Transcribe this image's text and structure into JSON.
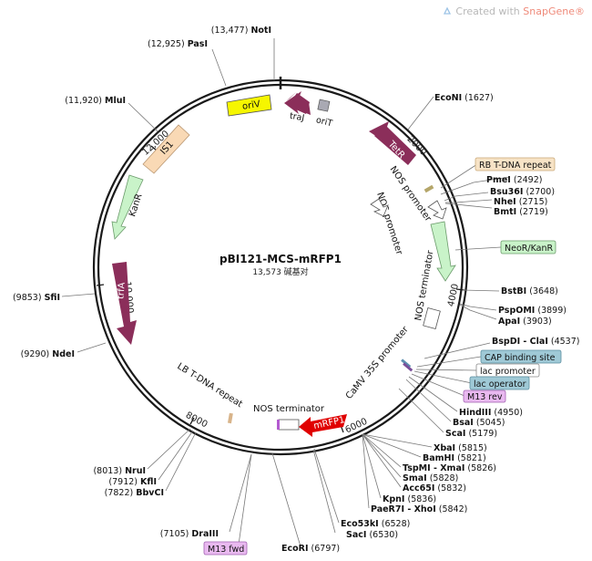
{
  "watermark": {
    "prefix": "Created with",
    "brand": "SnapGene®"
  },
  "plasmid": {
    "name": "pBI121-MCS-mRFP1",
    "length_text": "13,573 碱基对",
    "length_bp": 13573
  },
  "ticks": [
    "2000",
    "4000",
    "6000",
    "8000",
    "10,000",
    "12,000"
  ],
  "colors": {
    "backbone": "#1a1a1a",
    "cds_purple": "#8b2e5a",
    "orit_grey": "#a9a9b3",
    "oriv_yellow": "#f6f600",
    "neo_green": "#c9f3c9",
    "is1_peach": "#f9d9b5",
    "mrfp1_red": "#e00000",
    "rb_repeat": "#f7e3c6",
    "cap_site": "#9fc9d6",
    "lac_operator": "#9fc9d6",
    "primer_purple": "#e9b9f0"
  },
  "features": {
    "oriV": "oriV",
    "traJ": "traJ",
    "oriT": "oriT",
    "tetR": "TetR",
    "is1": "IS1",
    "kanR": "KanR",
    "trfA": "trfA",
    "nos_promoter_1": "NOS promoter",
    "nos_promoter_2": "NOS promoter",
    "nos_terminator_1": "NOS terminator",
    "nos_terminator_2": "NOS terminator",
    "camv35s": "CaMV 35S promoter",
    "mrfp1": "mRFP1",
    "lb_repeat": "LB T-DNA repeat"
  },
  "boxed_labels": {
    "rb_repeat": "RB T-DNA repeat",
    "neo_kan": "NeoR/KanR",
    "cap_site": "CAP binding site",
    "lac_promoter": "lac promoter",
    "lac_operator": "lac operator",
    "m13_rev": "M13 rev",
    "m13_fwd": "M13 fwd"
  },
  "sites": {
    "noti": {
      "pos": "(13,477)",
      "name": "NotI"
    },
    "pasi": {
      "pos": "(12,925)",
      "name": "PasI"
    },
    "mlui": {
      "pos": "(11,920)",
      "name": "MluI"
    },
    "sfii": {
      "pos": "(9853)",
      "name": "SfiI"
    },
    "ndei": {
      "pos": "(9290)",
      "name": "NdeI"
    },
    "econi": {
      "name": "EcoNI",
      "pos": "(1627)"
    },
    "pmei": {
      "name": "PmeI",
      "pos": "(2492)"
    },
    "bsu36i": {
      "name": "Bsu36I",
      "pos": "(2700)"
    },
    "nhei": {
      "name": "NheI",
      "pos": "(2715)"
    },
    "bmti": {
      "name": "BmtI",
      "pos": "(2719)"
    },
    "bstbi": {
      "name": "BstBI",
      "pos": "(3648)"
    },
    "pspomi": {
      "name": "PspOMI",
      "pos": "(3899)"
    },
    "apai": {
      "name": "ApaI",
      "pos": "(3903)"
    },
    "bspdi": {
      "name": "BspDI - ClaI",
      "pos": "(4537)"
    },
    "hindiii": {
      "name": "HindIII",
      "pos": "(4950)"
    },
    "bsai": {
      "name": "BsaI",
      "pos": "(5045)"
    },
    "scai": {
      "name": "ScaI",
      "pos": "(5179)"
    },
    "xbai": {
      "name": "XbaI",
      "pos": "(5815)"
    },
    "bamhi": {
      "name": "BamHI",
      "pos": "(5821)"
    },
    "tspmi": {
      "name": "TspMI - XmaI",
      "pos": "(5826)"
    },
    "smai": {
      "name": "SmaI",
      "pos": "(5828)"
    },
    "acc65i": {
      "name": "Acc65I",
      "pos": "(5832)"
    },
    "kpni": {
      "name": "KpnI",
      "pos": "(5836)"
    },
    "paer7i": {
      "name": "PaeR7I - XhoI",
      "pos": "(5842)"
    },
    "eco53ki": {
      "name": "Eco53kI",
      "pos": "(6528)"
    },
    "saci": {
      "name": "SacI",
      "pos": "(6530)"
    },
    "ecori": {
      "name": "EcoRI",
      "pos": "(6797)"
    },
    "draiii": {
      "pos": "(7105)",
      "name": "DraIII"
    },
    "nrui": {
      "pos": "(8013)",
      "name": "NruI"
    },
    "kfli": {
      "pos": "(7912)",
      "name": "KflI"
    },
    "bbvci": {
      "pos": "(7822)",
      "name": "BbvCI"
    }
  }
}
